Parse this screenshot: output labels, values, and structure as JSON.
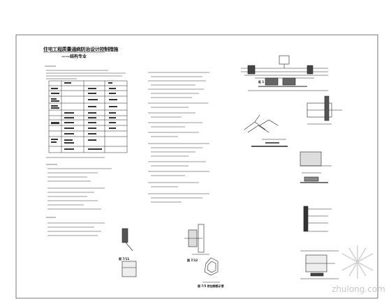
{
  "document": {
    "title": "住宅工程质量通病防治设计控制措施",
    "subtitle": "——结构专业"
  },
  "figure_labels": [
    {
      "id": "fig-slab-corner-top",
      "text": "板 1"
    },
    {
      "id": "fig-sm-left",
      "text": "图 7/11"
    },
    {
      "id": "fig-sm-mid",
      "text": "图 7/12"
    },
    {
      "id": "fig-sm-bottom",
      "text": "图 7/5 附加钢筋示意"
    }
  ],
  "watermark": {
    "text": "zhulong.com"
  },
  "colors": {
    "ink": "#111111",
    "paper": "#ffffff",
    "watermark": "#c8c8c8"
  }
}
